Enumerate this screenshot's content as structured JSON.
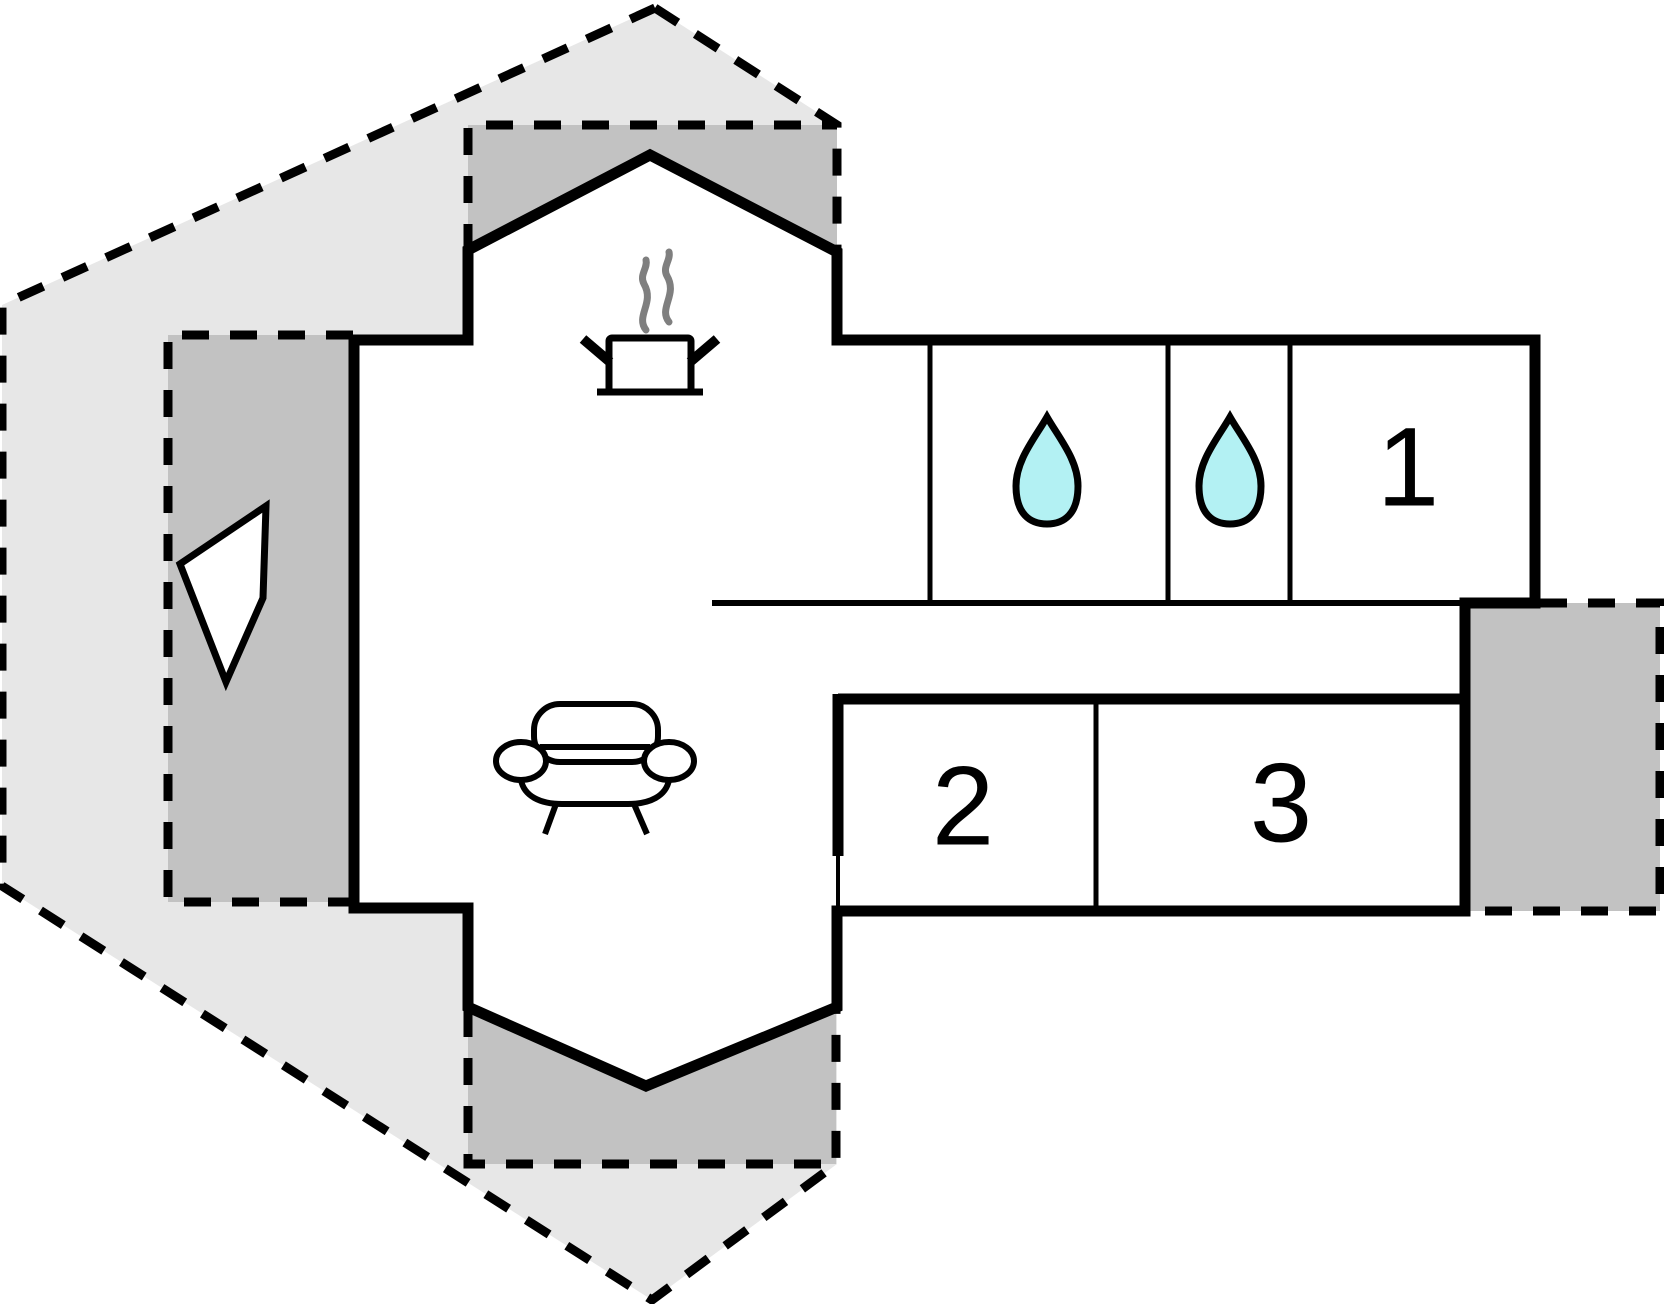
{
  "floor_plan": {
    "rooms": [
      {
        "label": "1"
      },
      {
        "label": "2"
      },
      {
        "label": "3"
      }
    ],
    "icons": {
      "kitchen": "pot-icon",
      "kitchen_steam": "steam-icon",
      "living_area": "sofa-icon",
      "bathroom_1": "water-drop-icon",
      "bathroom_2": "water-drop-icon",
      "orientation": "north-arrow-icon"
    },
    "colors": {
      "background": "#ffffff",
      "room_fill": "#ffffff",
      "terrace": "#e7e7e7",
      "shaded_area": "#c2c2c2",
      "wall": "#000000",
      "water_drop": "#b3f1f3",
      "steam": "#7f7f7f"
    }
  }
}
